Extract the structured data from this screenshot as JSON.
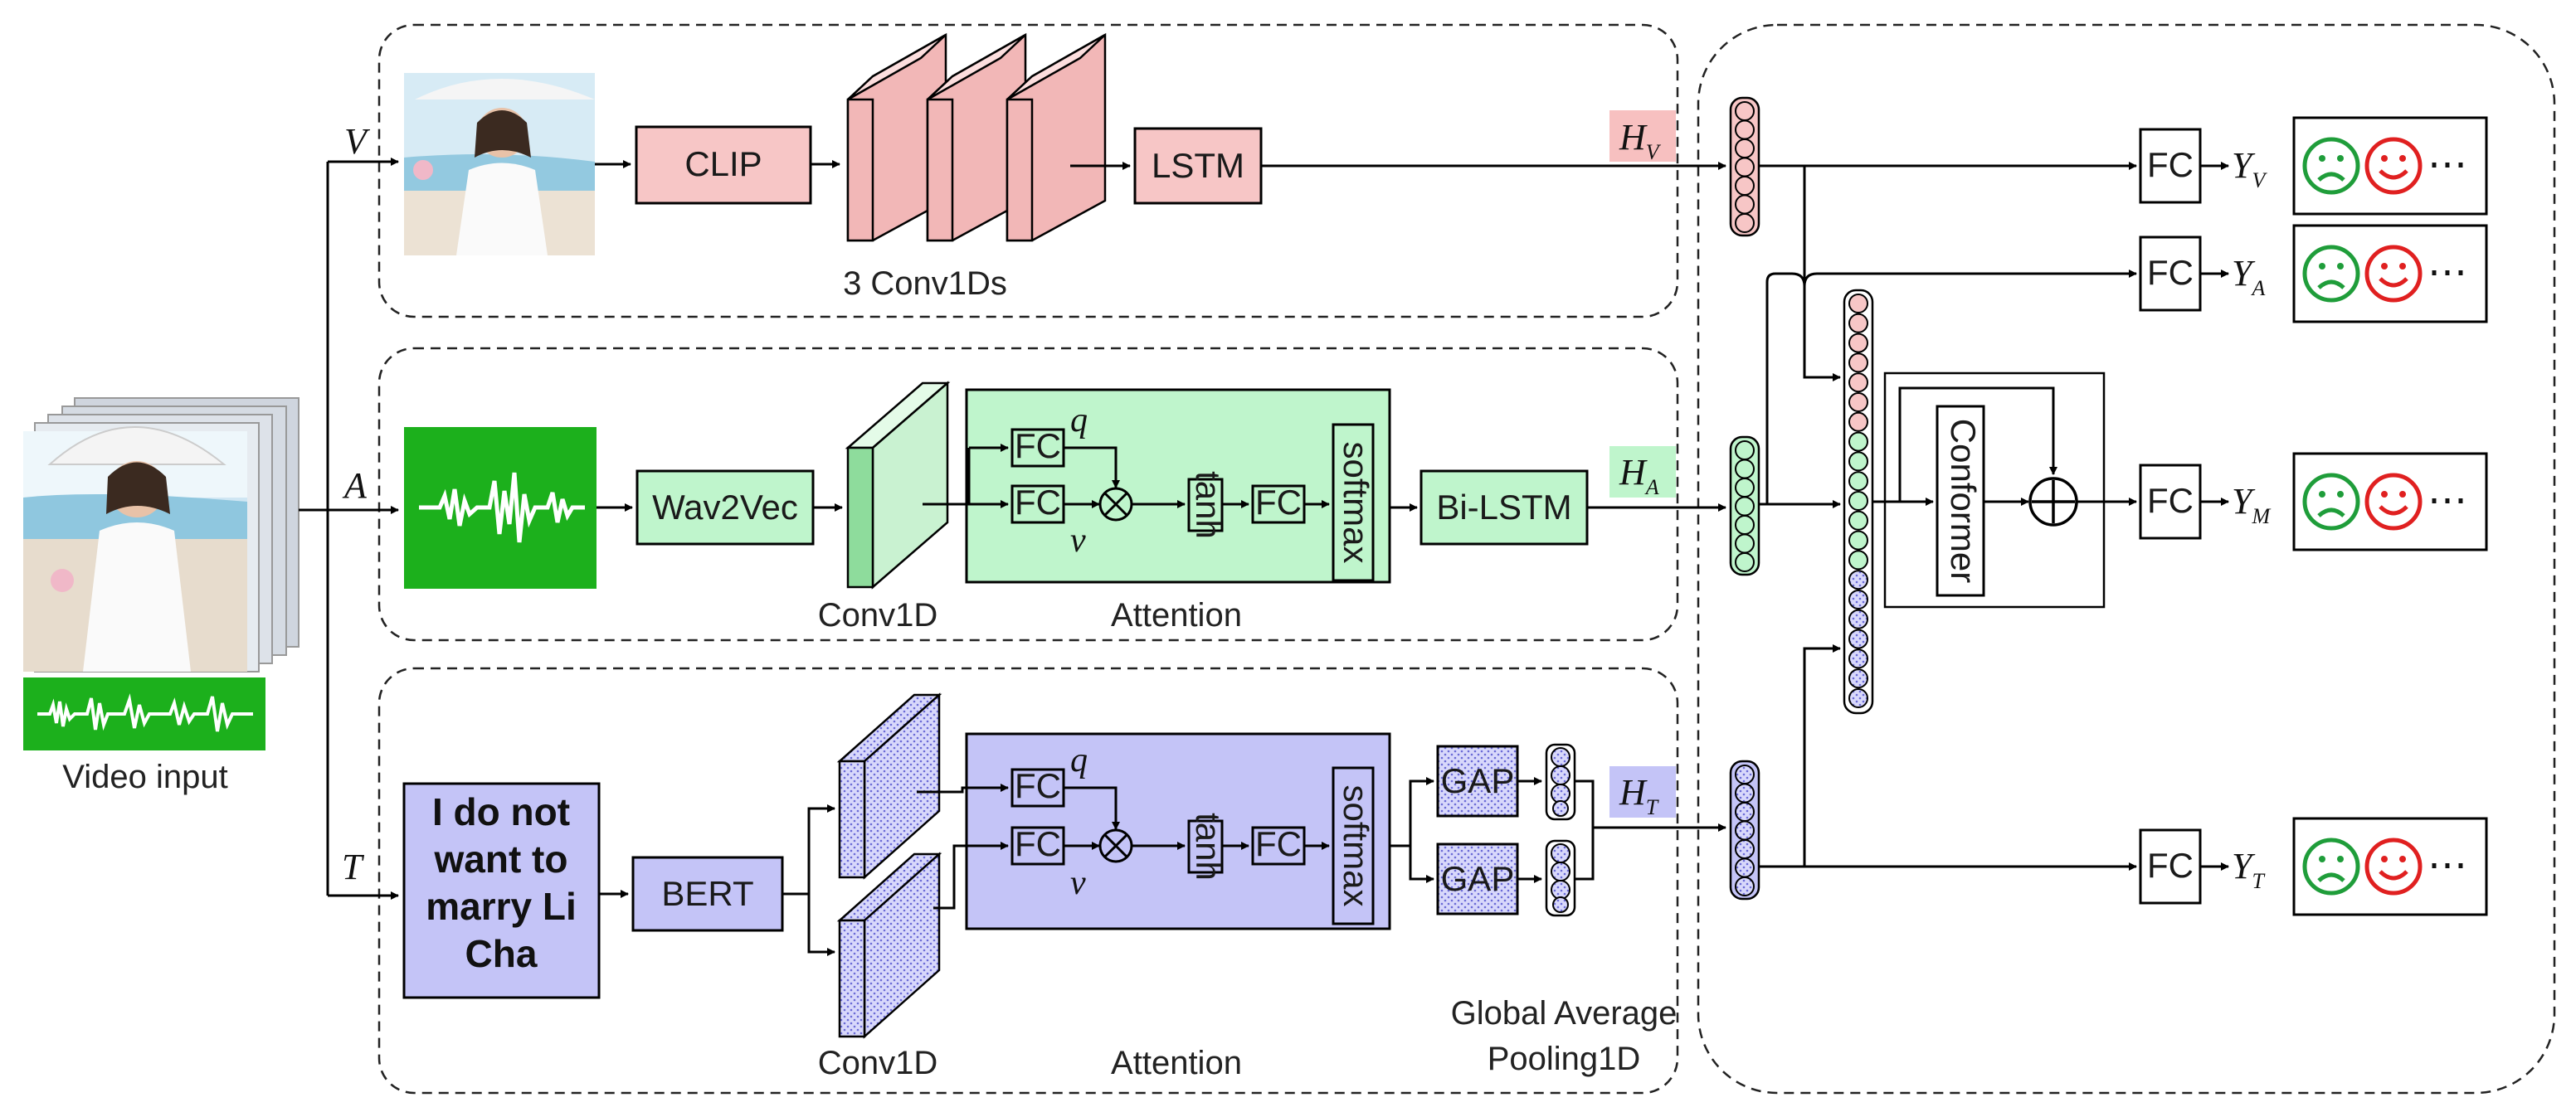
{
  "inputs": {
    "video_label": "Video input",
    "V": "V",
    "A": "A",
    "T": "T"
  },
  "visual": {
    "clip": "CLIP",
    "conv_caption": "3 Conv1Ds",
    "lstm": "LSTM",
    "h_main": "H",
    "h_sub": "V"
  },
  "audio": {
    "wav2vec": "Wav2Vec",
    "conv_caption": "Conv1D",
    "fc": "FC",
    "q": "q",
    "v": "v",
    "otimes": "⊗",
    "tanh": "tanh",
    "softmax": "softmax",
    "attention_caption": "Attention",
    "bilstm": "Bi-LSTM",
    "h_main": "H",
    "h_sub": "A"
  },
  "text": {
    "sentence_line1": "I do not",
    "sentence_line2": "want to",
    "sentence_line3": "marry Li",
    "sentence_line4": "Cha",
    "bert": "BERT",
    "conv_caption": "Conv1D",
    "fc": "FC",
    "q": "q",
    "v": "v",
    "otimes": "⊗",
    "tanh": "tanh",
    "softmax": "softmax",
    "attention_caption": "Attention",
    "gap": "GAP",
    "gap_caption_line1": "Global Average",
    "gap_caption_line2": "Pooling1D",
    "h_main": "H",
    "h_sub": "T"
  },
  "fusion": {
    "conformer": "Conformer",
    "oplus": "⊕",
    "outputs": [
      {
        "fc": "FC",
        "y": "Y",
        "sub": "V"
      },
      {
        "fc": "FC",
        "y": "Y",
        "sub": "A"
      },
      {
        "fc": "FC",
        "y": "Y",
        "sub": "M"
      },
      {
        "fc": "FC",
        "y": "Y",
        "sub": "T"
      }
    ],
    "ellipsis": "⋯"
  },
  "colors": {
    "visual": "#f7c6c6",
    "audio": "#bff5cc",
    "audio_dark": "#26b826",
    "text": "#c4c4f7",
    "sad": "#1f9d3a",
    "happy": "#e02020"
  }
}
